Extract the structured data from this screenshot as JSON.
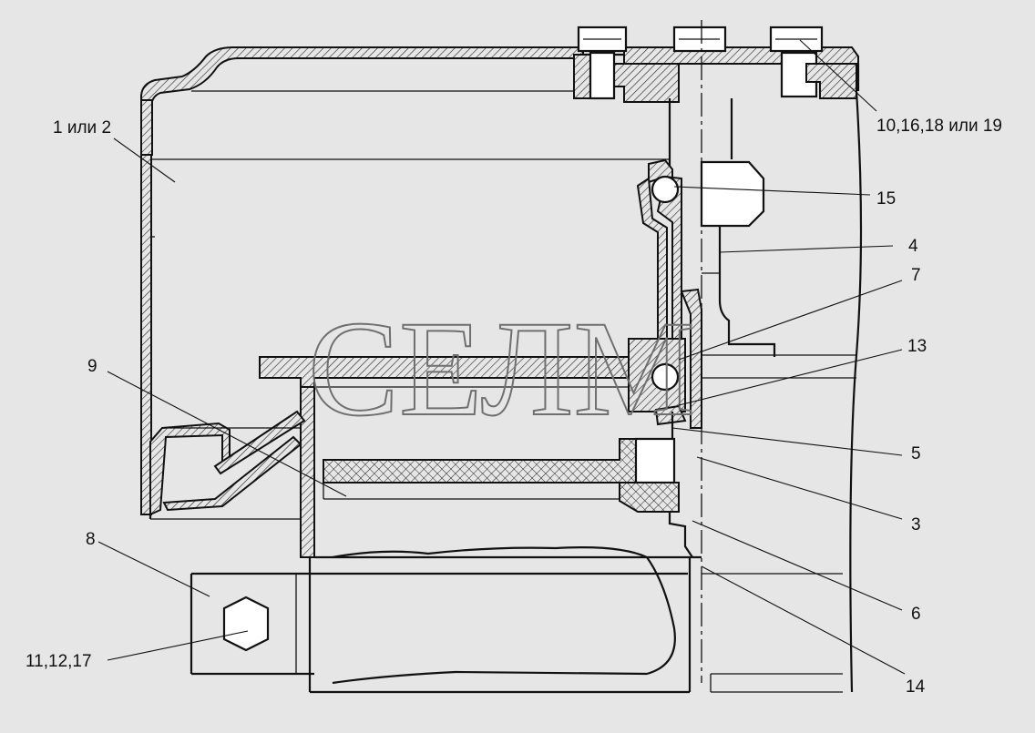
{
  "watermark": "СЕЛМ",
  "callouts": {
    "c1": "1 или 2",
    "c10": "10,16,18 или 19",
    "c15": "15",
    "c4": "4",
    "c7": "7",
    "c13": "13",
    "c9": "9",
    "c5": "5",
    "c3": "3",
    "c8": "8",
    "c6": "6",
    "c11": "11,12,17",
    "c14": "14"
  }
}
